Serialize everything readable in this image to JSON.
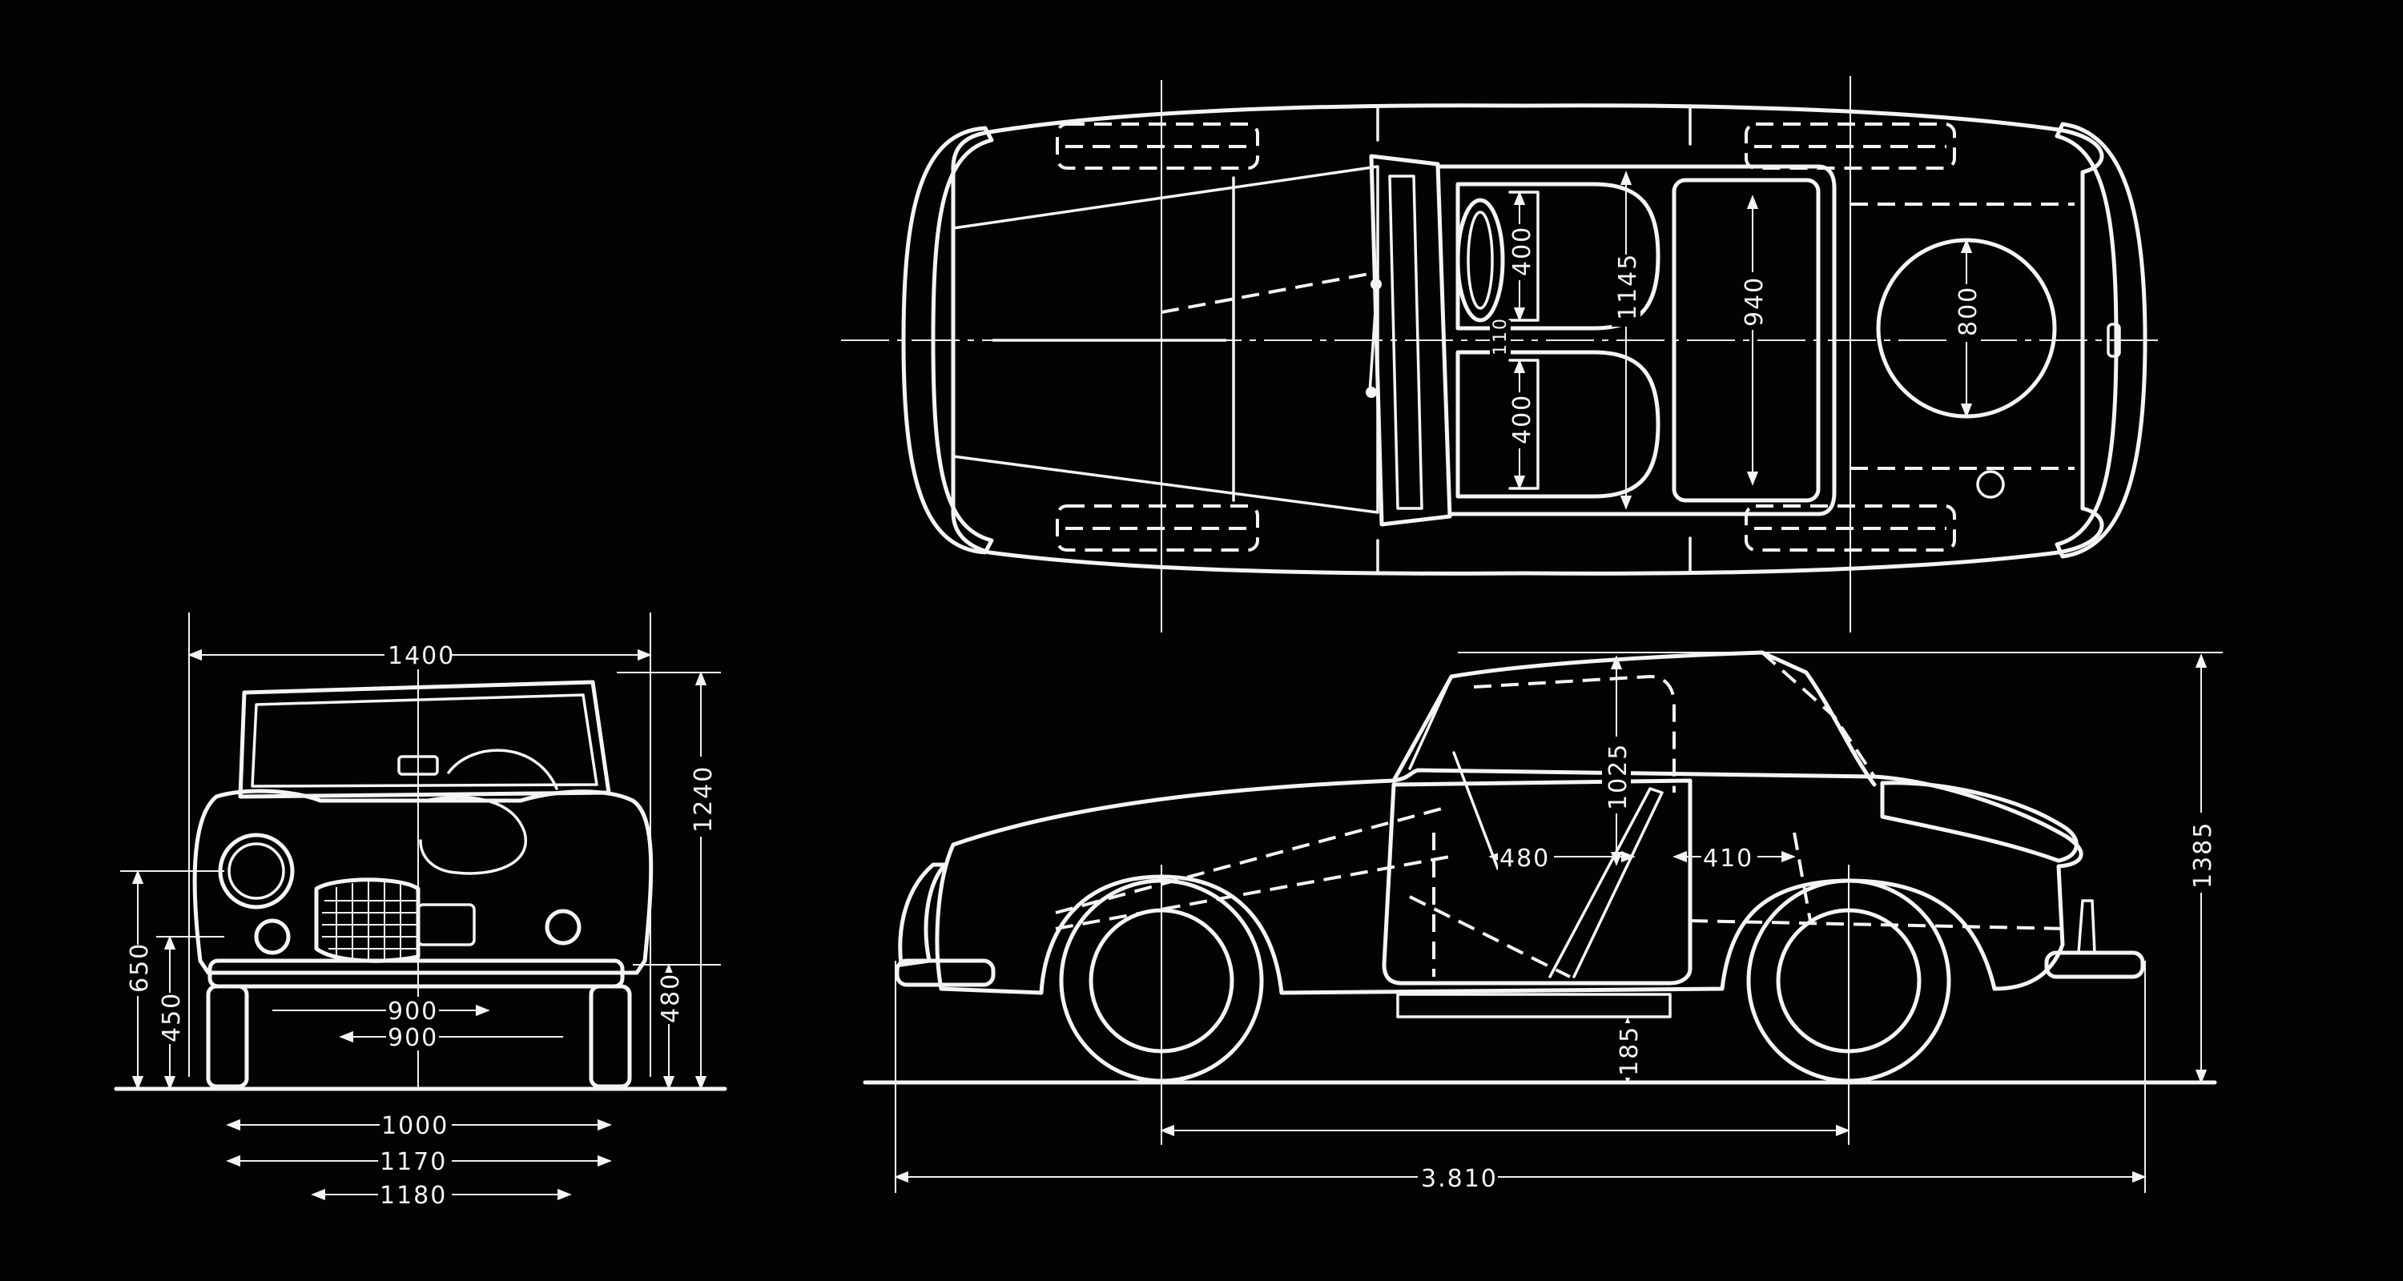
{
  "colors": {
    "background": "#030303",
    "line": "#f4f4f4"
  },
  "front_view": {
    "width_label": "1400",
    "height_label": "1240",
    "headlamp_height_label": "650",
    "sidelamp_height_label": "450",
    "bumper_height_label": "480",
    "track_upper_label": "900",
    "track_lower_label": "900",
    "width_1000_label": "1000",
    "width_1170_label": "1170",
    "width_1180_label": "1180"
  },
  "top_view": {
    "seat_width_upper_label": "400",
    "seat_width_lower_label": "400",
    "cockpit_width_label": "1145",
    "gap_label": "110",
    "rear_compartment_label": "940",
    "spare_wheel_label": "800"
  },
  "side_view": {
    "height_label": "1385",
    "seat_height_label": "1025",
    "pedal_distance_label": "480",
    "seat_depth_label": "410",
    "ground_clearance_label": "185",
    "overall_length_label": "3.810"
  }
}
